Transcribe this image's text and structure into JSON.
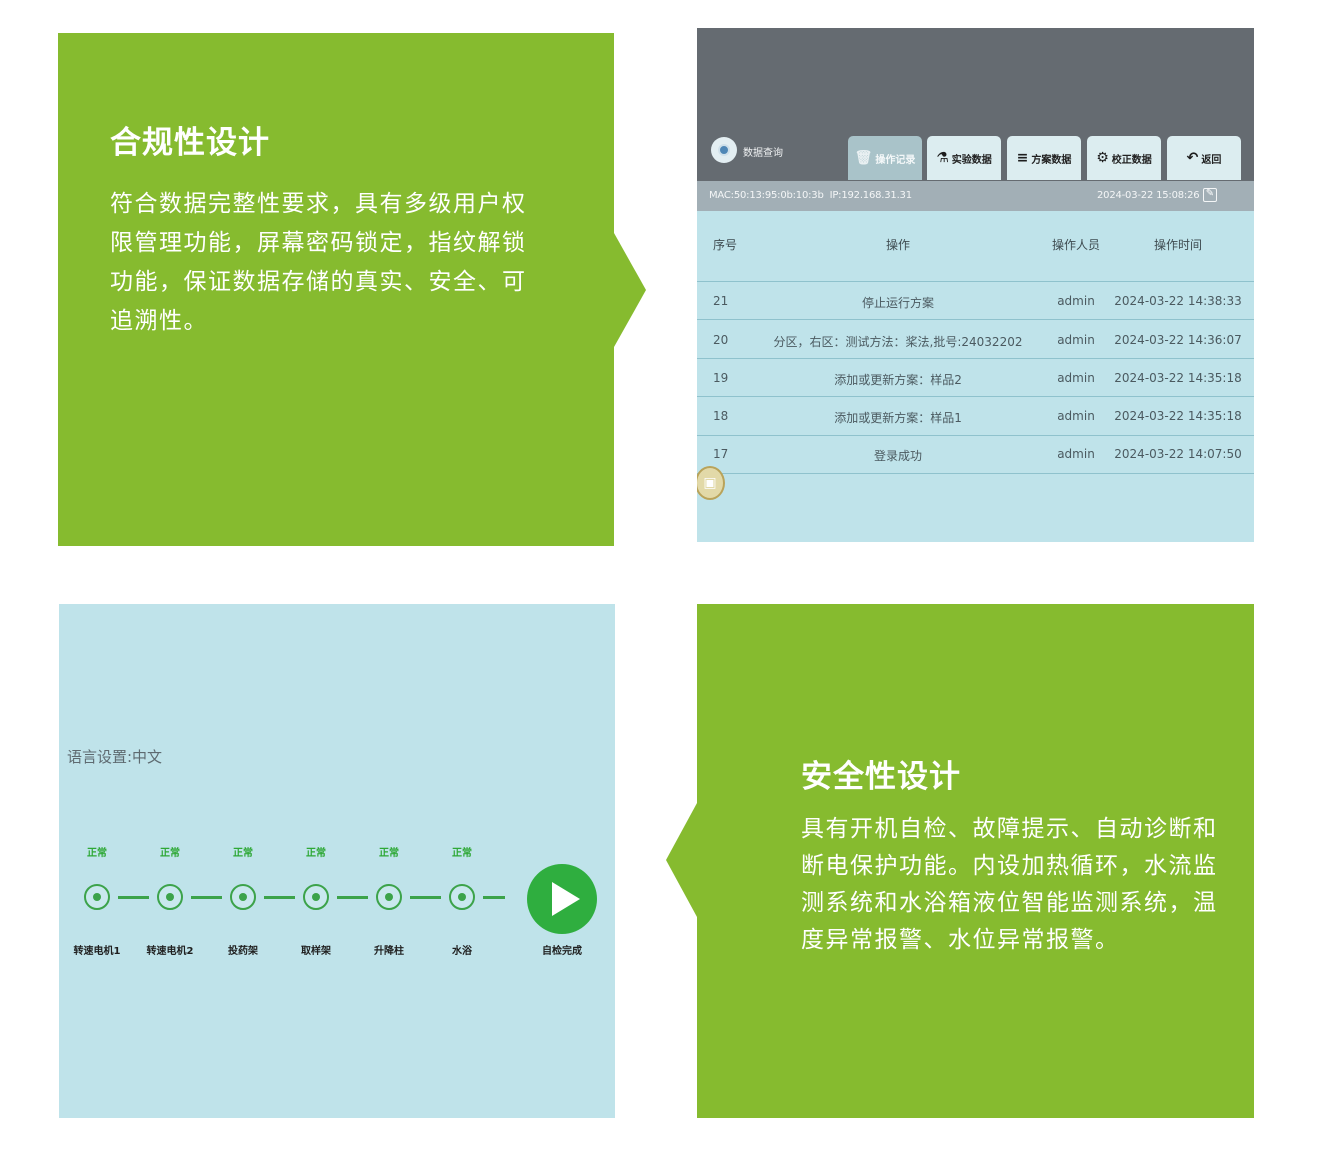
{
  "compliance": {
    "title": "合规性设计",
    "body": "符合数据完整性要求，具有多级用户权限管理功能，屏幕密码锁定，指纹解锁功能，保证数据存储的真实、安全、可追溯性。"
  },
  "query_screen": {
    "title": "数据查询",
    "tabs": [
      {
        "label": "操作记录",
        "icon": "trash-icon",
        "active": true
      },
      {
        "label": "实验数据",
        "icon": "flask-icon",
        "active": false
      },
      {
        "label": "方案数据",
        "icon": "layers-icon",
        "active": false
      },
      {
        "label": "校正数据",
        "icon": "gear-icon",
        "active": false
      },
      {
        "label": "返回",
        "icon": "return-arrow-icon",
        "active": false
      }
    ],
    "mac": "MAC:50:13:95:0b:10:3b",
    "ip": "IP:192.168.31.31",
    "datetime": "2024-03-22 15:08:26",
    "columns": [
      "序号",
      "操作",
      "操作人员",
      "操作时间"
    ],
    "rows": [
      {
        "id": "21",
        "action": "停止运行方案",
        "user": "admin",
        "time": "2024-03-22 14:38:33"
      },
      {
        "id": "20",
        "action": "分区，右区：测试方法：桨法,批号:24032202",
        "user": "admin",
        "time": "2024-03-22 14:36:07"
      },
      {
        "id": "19",
        "action": "添加或更新方案：样品2",
        "user": "admin",
        "time": "2024-03-22 14:35:18"
      },
      {
        "id": "18",
        "action": "添加或更新方案：样品1",
        "user": "admin",
        "time": "2024-03-22 14:35:18"
      },
      {
        "id": "17",
        "action": "登录成功",
        "user": "admin",
        "time": "2024-03-22 14:07:50"
      }
    ]
  },
  "selfcheck": {
    "language": "语言设置:中文",
    "status_label": "正常",
    "nodes": [
      {
        "status": "正常",
        "label": "转速电机1"
      },
      {
        "status": "正常",
        "label": "转速电机2"
      },
      {
        "status": "正常",
        "label": "投药架"
      },
      {
        "status": "正常",
        "label": "取样架"
      },
      {
        "status": "正常",
        "label": "升降柱"
      },
      {
        "status": "正常",
        "label": "水浴"
      }
    ],
    "done_label": "自检完成"
  },
  "safety": {
    "title": "安全性设计",
    "body": "具有开机自检、故障提示、自动诊断和断电保护功能。内设加热循环，水流监测系统和水浴箱液位智能监测系统，温度异常报警、水位异常报警。"
  }
}
